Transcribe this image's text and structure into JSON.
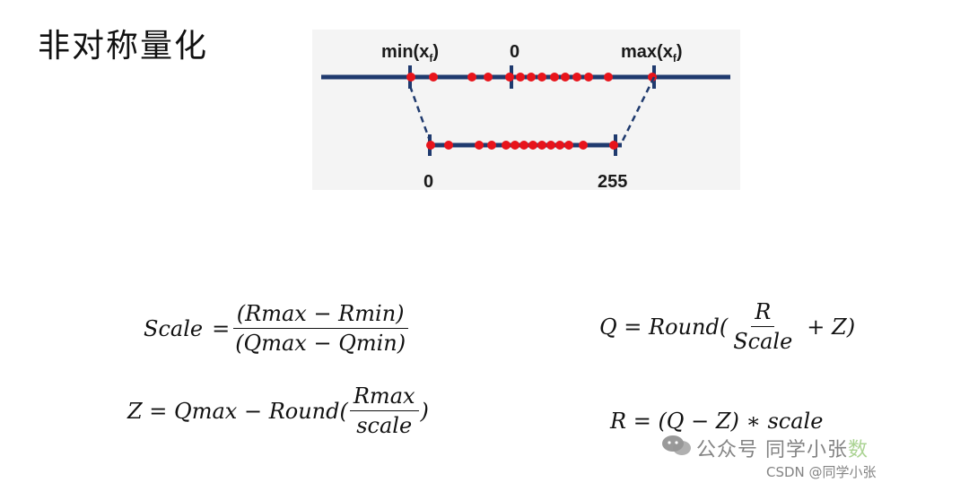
{
  "title": "非对称量化",
  "diagram": {
    "top_labels": {
      "min": "min(x",
      "zero": "0",
      "max": "max(x",
      "sub": "f",
      "close": ")"
    },
    "bottom_labels": {
      "zero": "0",
      "max": "255"
    },
    "colors": {
      "line": "#1f3a6e",
      "dot": "#e8141b",
      "dash": "#1f3a6e"
    }
  },
  "formulas": {
    "scale": {
      "lhs": "Scale",
      "eq": "=",
      "num": "(Rmax − Rmin)",
      "den": "(Qmax − Qmin)"
    },
    "zero_point": {
      "lhs": "Z = Qmax − Round(",
      "num": "Rmax",
      "den": "scale",
      "close": ")"
    },
    "quantize": {
      "lhs": "Q = Round(",
      "num": "R",
      "den": "Scale",
      "tail": "+  Z)"
    },
    "dequantize": {
      "text": "R = (Q − Z) ∗ scale"
    }
  },
  "watermark": {
    "line1_prefix": "公众号",
    "line1_name": "同学小张",
    "line1_suffix": "数",
    "line2": "CSDN @同学小张"
  }
}
